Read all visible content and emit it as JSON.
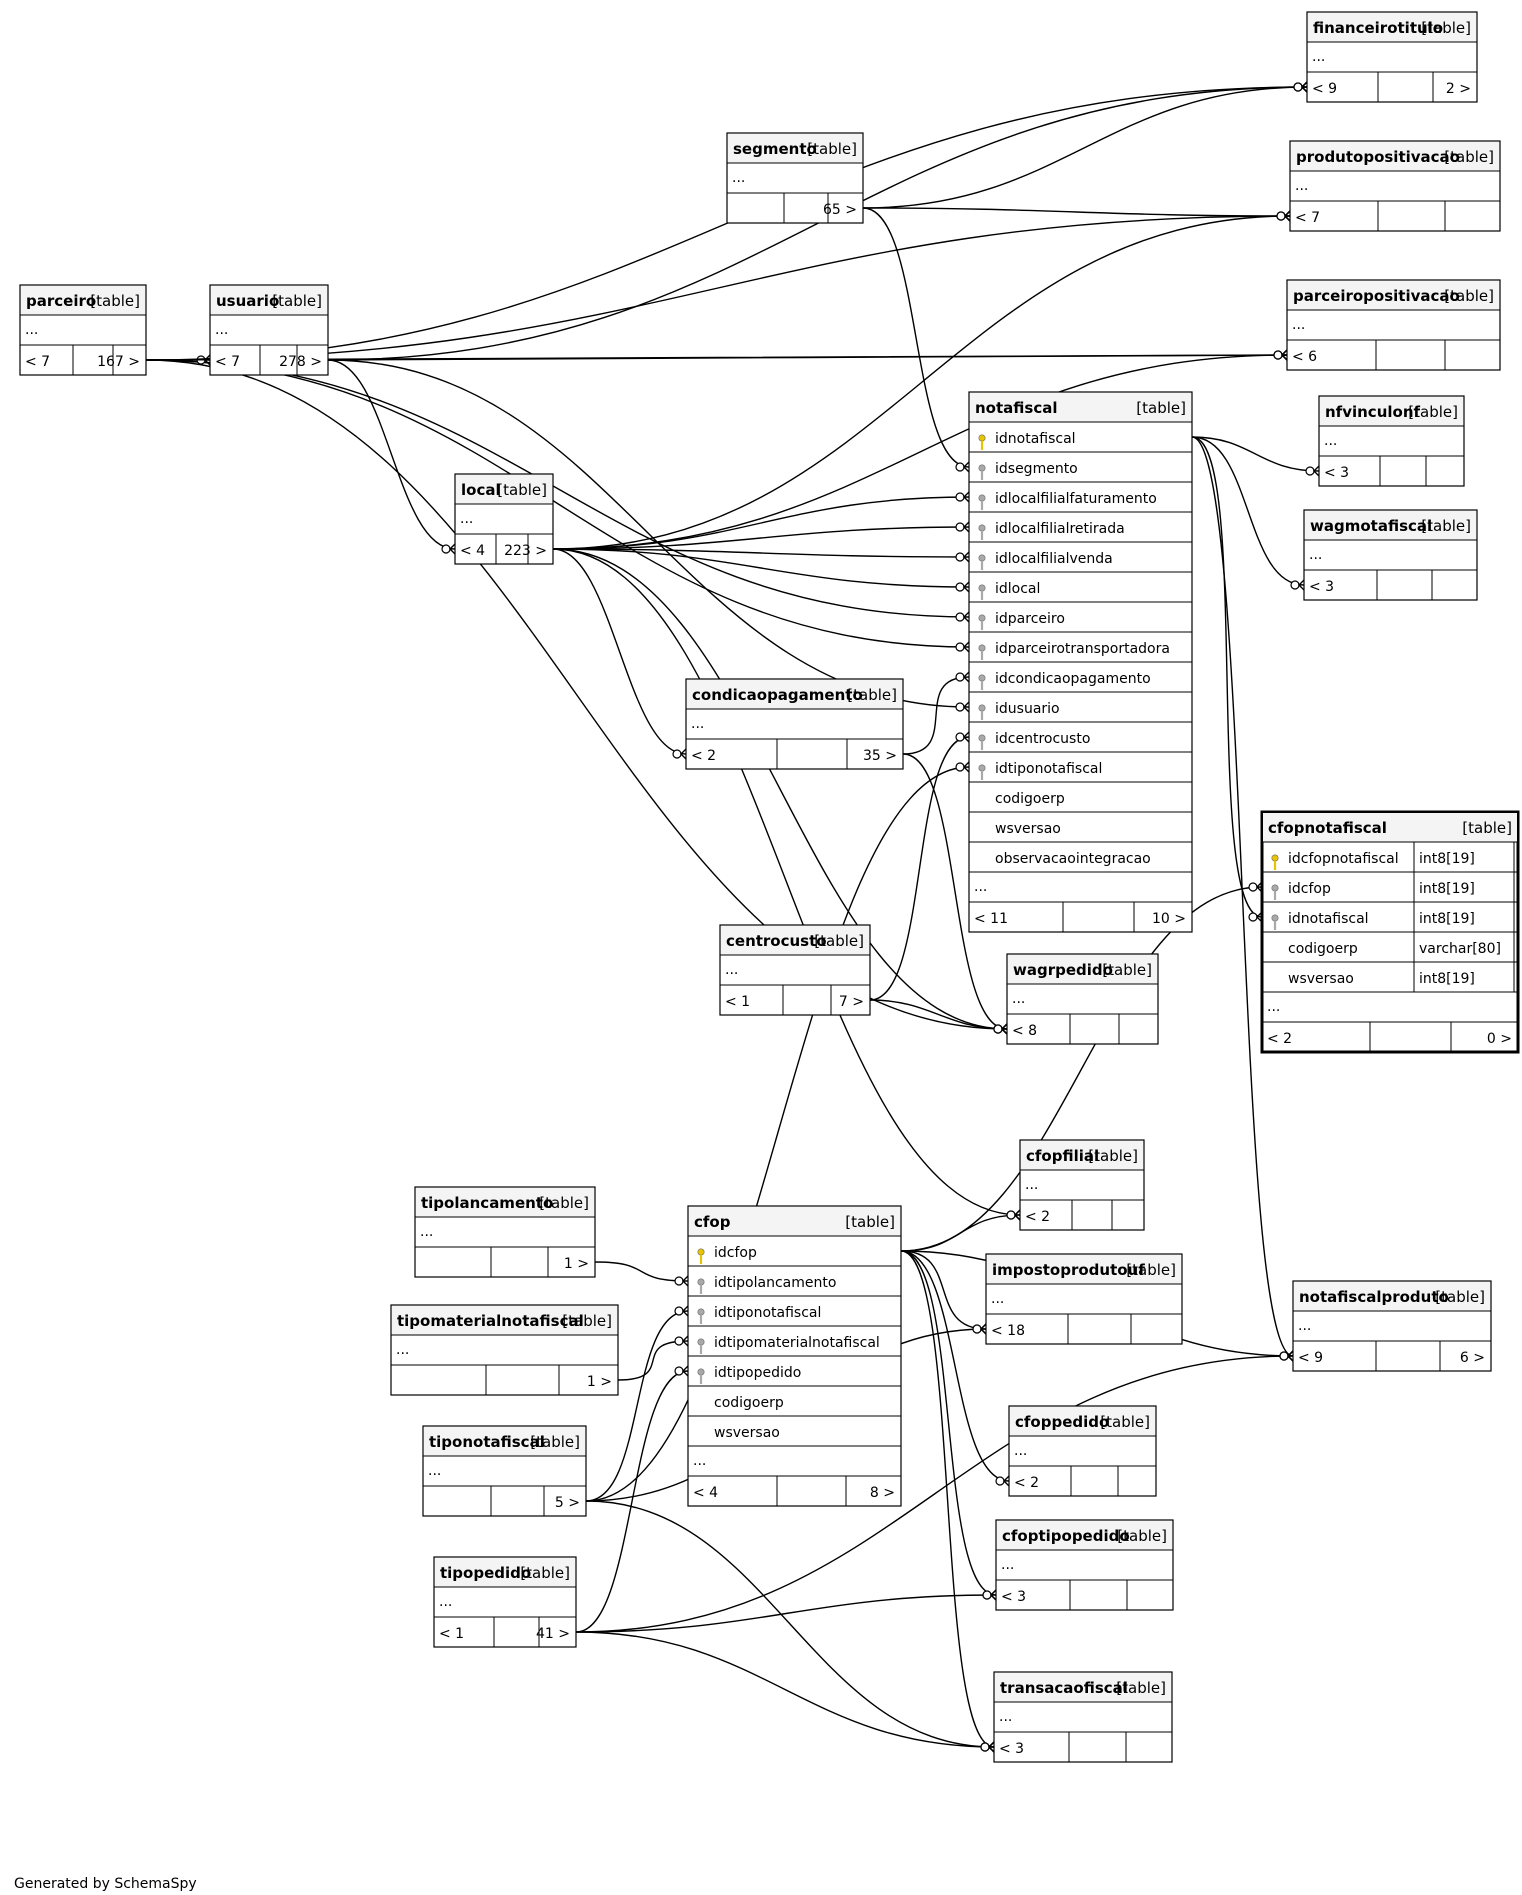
{
  "footer": "Generated by SchemaSpy",
  "tag": "[table]",
  "tables": [
    {
      "id": "parceiro",
      "name": "parceiro",
      "rows": [],
      "left": "< 7",
      "right": "167 >"
    },
    {
      "id": "usuario",
      "name": "usuario",
      "rows": [],
      "left": "< 7",
      "right": "278 >"
    },
    {
      "id": "segmento",
      "name": "segmento",
      "rows": [],
      "left": "",
      "right": "65 >"
    },
    {
      "id": "financeirotitulo",
      "name": "financeirotitulo",
      "rows": [],
      "left": "< 9",
      "right": "2 >"
    },
    {
      "id": "produtopositivacao",
      "name": "produtopositivacao",
      "rows": [],
      "left": "< 7",
      "right": ""
    },
    {
      "id": "parceiropositivacao",
      "name": "parceiropositivacao",
      "rows": [],
      "left": "< 6",
      "right": ""
    },
    {
      "id": "local",
      "name": "local",
      "rows": [],
      "left": "< 4",
      "right": "223 >"
    },
    {
      "id": "notafiscal",
      "name": "notafiscal",
      "rows": [
        {
          "name": "idnotafiscal",
          "key": "pk"
        },
        {
          "name": "idsegmento",
          "key": "fk"
        },
        {
          "name": "idlocalfilialfaturamento",
          "key": "fk"
        },
        {
          "name": "idlocalfilialretirada",
          "key": "fk"
        },
        {
          "name": "idlocalfilialvenda",
          "key": "fk"
        },
        {
          "name": "idlocal",
          "key": "fk"
        },
        {
          "name": "idparceiro",
          "key": "fk"
        },
        {
          "name": "idparceirotransportadora",
          "key": "fk"
        },
        {
          "name": "idcondicaopagamento",
          "key": "fk"
        },
        {
          "name": "idusuario",
          "key": "fk"
        },
        {
          "name": "idcentrocusto",
          "key": "fk"
        },
        {
          "name": "idtiponotafiscal",
          "key": "fk"
        },
        {
          "name": "codigoerp",
          "key": ""
        },
        {
          "name": "wsversao",
          "key": ""
        },
        {
          "name": "observacaointegracao",
          "key": ""
        }
      ],
      "left": "< 11",
      "right": "10 >"
    },
    {
      "id": "nfvinculonf",
      "name": "nfvinculonf",
      "rows": [],
      "left": "< 3",
      "right": ""
    },
    {
      "id": "wagmotafiscal",
      "name": "wagmotafiscal",
      "rows": [],
      "left": "< 3",
      "right": ""
    },
    {
      "id": "condicaopagamento",
      "name": "condicaopagamento",
      "rows": [],
      "left": "< 2",
      "right": "35 >"
    },
    {
      "id": "cfopnotafiscal",
      "name": "cfopnotafiscal",
      "rows": [
        {
          "name": "idcfopnotafiscal",
          "key": "pk",
          "type": "int8[19]"
        },
        {
          "name": "idcfop",
          "key": "fk",
          "type": "int8[19]"
        },
        {
          "name": "idnotafiscal",
          "key": "fk",
          "type": "int8[19]"
        },
        {
          "name": "codigoerp",
          "key": "",
          "type": "varchar[80]"
        },
        {
          "name": "wsversao",
          "key": "",
          "type": "int8[19]"
        }
      ],
      "left": "< 2",
      "right": "0 >"
    },
    {
      "id": "centrocusto",
      "name": "centrocusto",
      "rows": [],
      "left": "< 1",
      "right": "7 >"
    },
    {
      "id": "wagrpedido",
      "name": "wagrpedido",
      "rows": [],
      "left": "< 8",
      "right": ""
    },
    {
      "id": "cfopfilial",
      "name": "cfopfilial",
      "rows": [],
      "left": "< 2",
      "right": ""
    },
    {
      "id": "tipolancamento",
      "name": "tipolancamento",
      "rows": [],
      "left": "",
      "right": "1 >"
    },
    {
      "id": "cfop",
      "name": "cfop",
      "rows": [
        {
          "name": "idcfop",
          "key": "pk"
        },
        {
          "name": "idtipolancamento",
          "key": "fk"
        },
        {
          "name": "idtiponotafiscal",
          "key": "fk"
        },
        {
          "name": "idtipomaterialnotafiscal",
          "key": "fk"
        },
        {
          "name": "idtipopedido",
          "key": "fk"
        },
        {
          "name": "codigoerp",
          "key": ""
        },
        {
          "name": "wsversao",
          "key": ""
        }
      ],
      "left": "< 4",
      "right": "8 >"
    },
    {
      "id": "impostoprodutouf",
      "name": "impostoprodutouf",
      "rows": [],
      "left": "< 18",
      "right": ""
    },
    {
      "id": "notafiscalproduto",
      "name": "notafiscalproduto",
      "rows": [],
      "left": "< 9",
      "right": "6 >"
    },
    {
      "id": "tipomaterialnotafiscal",
      "name": "tipomaterialnotafiscal",
      "rows": [],
      "left": "",
      "right": "1 >"
    },
    {
      "id": "cfoppedido",
      "name": "cfoppedido",
      "rows": [],
      "left": "< 2",
      "right": ""
    },
    {
      "id": "tiponotafiscal",
      "name": "tiponotafiscal",
      "rows": [],
      "left": "",
      "right": "5 >"
    },
    {
      "id": "cfoptipopedido",
      "name": "cfoptipopedido",
      "rows": [],
      "left": "< 3",
      "right": ""
    },
    {
      "id": "tipopedido",
      "name": "tipopedido",
      "rows": [],
      "left": "< 1",
      "right": "41 >"
    },
    {
      "id": "transacaofiscal",
      "name": "transacaofiscal",
      "rows": [],
      "left": "< 3",
      "right": ""
    }
  ]
}
